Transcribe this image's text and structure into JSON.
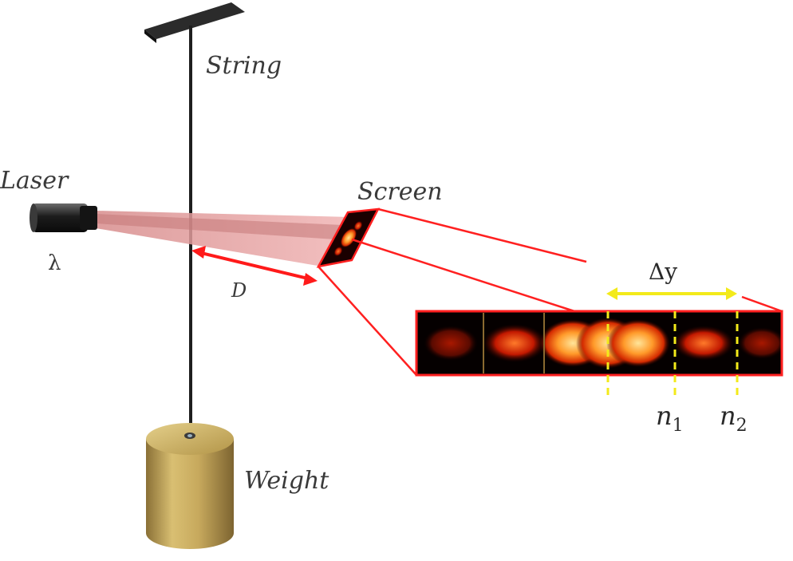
{
  "labels": {
    "string": "String",
    "laser": "Laser",
    "wavelength": "λ",
    "screen": "Screen",
    "distance": "D",
    "weight": "Weight",
    "fringe_spacing": "Δy",
    "order1_base": "n",
    "order1_sub": "1",
    "order2_base": "n",
    "order2_sub": "2"
  },
  "colors": {
    "laser_beam": "#e9a6a6",
    "highlight_red": "#ff2020",
    "spacing_arrow": "#f3ea1a",
    "fringe_bright": "#ffd36a",
    "weight_gold": "#c9ad62",
    "string_dark": "#202020"
  }
}
